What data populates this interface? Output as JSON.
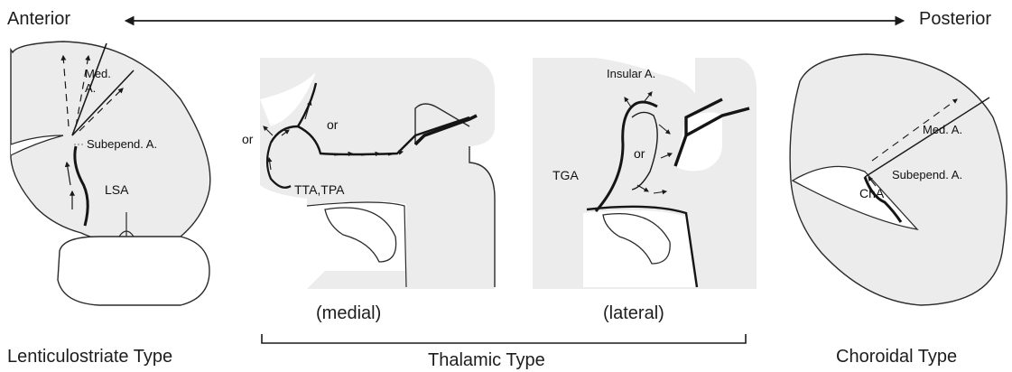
{
  "header": {
    "left_label": "Anterior",
    "right_label": "Posterior"
  },
  "panel_lenticulostriate": {
    "med_line1": "Med.",
    "med_line2": "A.",
    "subepend": "Subepend. A.",
    "lsa": "LSA",
    "caption": "Lenticulostriate Type"
  },
  "panel_medial": {
    "or_left": "or",
    "or_mid": "or",
    "tta": "TTA,TPA",
    "caption": "(medial)"
  },
  "panel_lateral": {
    "insular": "Insular A.",
    "tga": "TGA",
    "or_mid": "or",
    "caption": "(lateral)"
  },
  "panel_choroidal": {
    "med": "Med. A.",
    "subepend": "Subepend. A.",
    "cha": "ChA",
    "caption": "Choroidal Type"
  },
  "bracket": {
    "caption": "Thalamic Type"
  },
  "colors": {
    "panel_fill": "#ececec",
    "outline": "#2a2a2a",
    "vessel": "#151515"
  }
}
